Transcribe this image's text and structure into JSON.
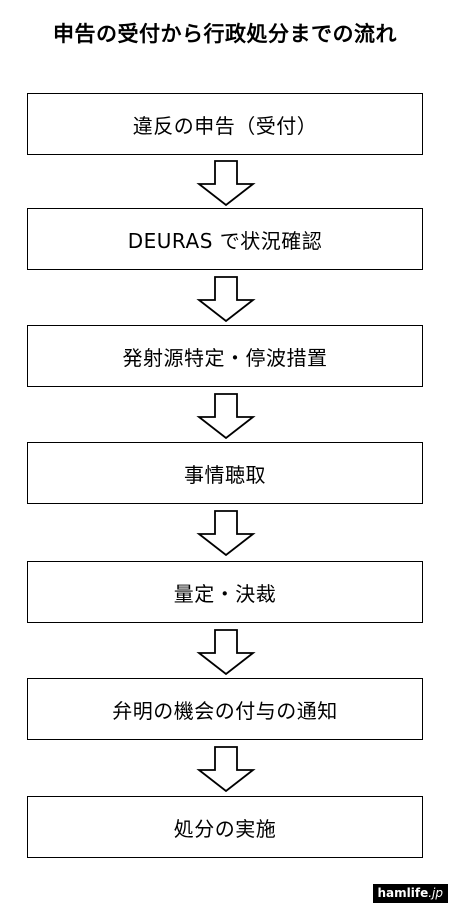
{
  "title": "申告の受付から行政処分までの流れ",
  "steps": [
    "違反の申告（受付）",
    "DEURAS で状況確認",
    "発射源特定・停波措置",
    "事情聴取",
    "量定・決裁",
    "弁明の機会の付与の通知",
    "処分の実施"
  ],
  "watermark": {
    "name": "hamlife",
    "tld": ".jp"
  },
  "icons": {
    "arrow": "down-arrow-outline-icon"
  }
}
